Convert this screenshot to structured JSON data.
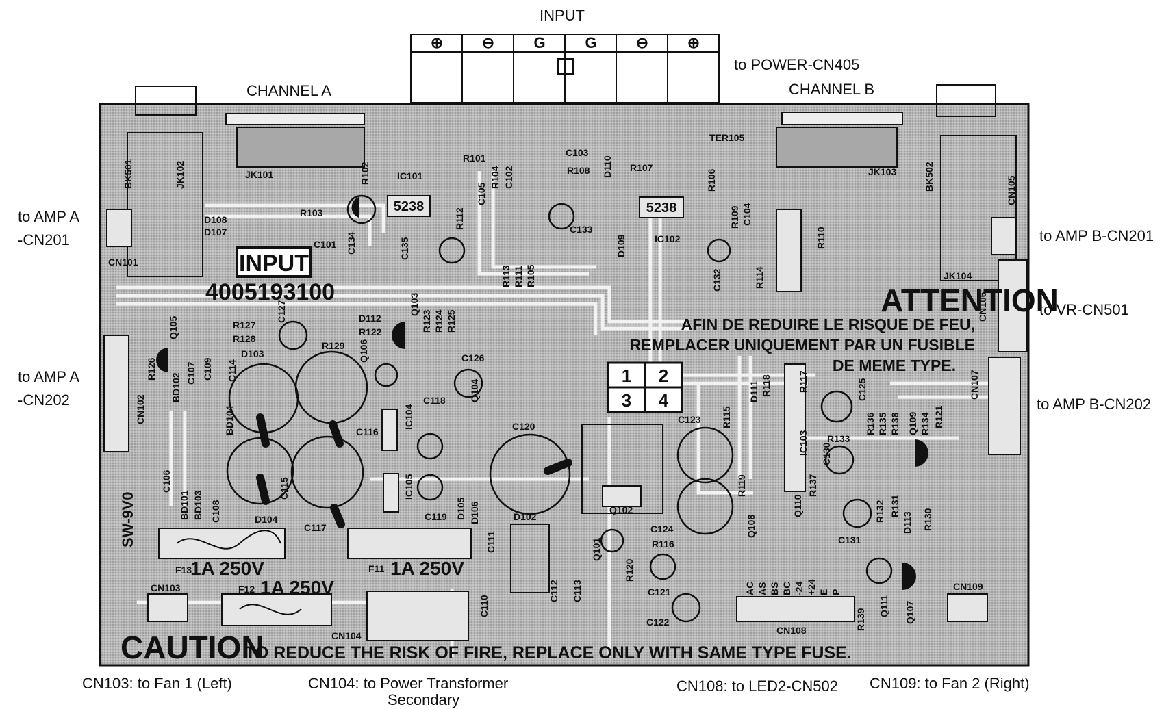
{
  "input_header": {
    "title": "INPUT",
    "terminals": [
      "⊕",
      "⊖",
      "G",
      "G",
      "⊖",
      "⊕"
    ]
  },
  "outside_labels": {
    "to_power": "to POWER-CN405",
    "channel_a": "CHANNEL A",
    "channel_b": "CHANNEL B",
    "amp_a_cn201_line1": "to AMP A",
    "amp_a_cn201_line2": "-CN201",
    "amp_a_cn202_line1": "to AMP A",
    "amp_a_cn202_line2": "-CN202",
    "amp_b_cn201": "to AMP B-CN201",
    "vr_cn501": "to VR-CN501",
    "amp_b_cn202": "to AMP B-CN202",
    "cn103": "CN103: to Fan 1 (Left)",
    "cn104_line1": "CN104:  to Power Transformer",
    "cn104_line2": "Secondary",
    "cn108": "CN108:  to LED2-CN502",
    "cn109": "CN109: to Fan 2 (Right)"
  },
  "board": {
    "board_label": "INPUT",
    "part_number": "4005193100",
    "attention_title": "ATTENTION",
    "attention_line1": "AFIN DE REDUIRE LE RISQUE DE FEU,",
    "attention_line2": "REMPLACER UNIQUEMENT PAR UN FUSIBLE",
    "attention_line3": "DE MEME TYPE.",
    "caution_word": "CAUTION",
    "caution_text": "TO REDUCE THE RISK OF FIRE, REPLACE ONLY WITH SAME TYPE FUSE.",
    "fuse_f13": "1A 250V",
    "fuse_f11": "1A 250V",
    "fuse_f12": "1A 250V",
    "side_text": "SW-9V0",
    "grid_numbers": [
      "1",
      "2",
      "3",
      "4"
    ],
    "ic_left": "5238",
    "ic_right": "5238"
  },
  "designators": {
    "jk101": "JK101",
    "jk102": "JK102",
    "jk103": "JK103",
    "jk104": "JK104",
    "bk501": "BK501",
    "bk502": "BK502",
    "cn101": "CN101",
    "cn102": "CN102",
    "cn103": "CN103",
    "cn104": "CN104",
    "cn105": "CN105",
    "cn106": "CN106",
    "cn107": "CN107",
    "cn108": "CN108",
    "cn109": "CN109",
    "ter105": "TER105",
    "d108": "D108",
    "d107": "D107",
    "r103": "R103",
    "c101": "C101",
    "r102": "R102",
    "r101": "R101",
    "ic101": "IC101",
    "r104": "R104",
    "c105": "C105",
    "c102": "C102",
    "c103": "C103",
    "r108": "R108",
    "d110": "D110",
    "r107": "R107",
    "r106": "R106",
    "c133": "C133",
    "d109": "D109",
    "ic102": "IC102",
    "r109": "R109",
    "c104": "C104",
    "c132": "C132",
    "r114": "R114",
    "c134": "C134",
    "c135": "C135",
    "r112": "R112",
    "q105": "Q105",
    "r126": "R126",
    "r127": "R127",
    "r128": "R128",
    "c127": "C127",
    "d112": "D112",
    "r122": "R122",
    "d103": "D103",
    "r129": "R129",
    "q103": "Q103",
    "r123": "R123",
    "r124": "R124",
    "r125": "R125",
    "q106": "Q106",
    "c126": "C126",
    "c107": "C107",
    "c109": "C109",
    "c114": "C114",
    "bd102": "BD102",
    "bd104": "BD104",
    "c116": "C116",
    "c118": "C118",
    "q104": "Q104",
    "ic104": "IC104",
    "c120": "C120",
    "c115": "C115",
    "c106": "C106",
    "bd101": "BD101",
    "bd103": "BD103",
    "c108": "C108",
    "d104": "D104",
    "c117": "C117",
    "ic105": "IC105",
    "c119": "C119",
    "d105": "D105",
    "d106": "D106",
    "q102": "Q102",
    "d102": "D102",
    "c111": "C111",
    "q101": "Q101",
    "r120": "R120",
    "c110": "C110",
    "c112": "C112",
    "c113": "C113",
    "c123": "C123",
    "r115": "R115",
    "c124": "C124",
    "r116": "R116",
    "c121": "C121",
    "c122": "C122",
    "r119": "R119",
    "q108": "Q108",
    "q110": "Q110",
    "r137": "R137",
    "c130": "C130",
    "r133": "R133",
    "c125": "C125",
    "r136": "R136",
    "r135": "R135",
    "r138": "R138",
    "q109": "Q109",
    "r134": "R134",
    "r121": "R121",
    "d111": "D111",
    "r118": "R118",
    "r117": "R117",
    "ic103": "IC103",
    "c131": "C131",
    "r132": "R132",
    "r131": "R131",
    "d113": "D113",
    "r130": "R130",
    "q111": "Q111",
    "q107": "Q107",
    "r139": "R139",
    "r110": "R110",
    "r113": "R113",
    "r111": "R111",
    "r105": "R105",
    "f13": "F13",
    "f11": "F11",
    "f12": "F12"
  },
  "cn108_pins": [
    "AC",
    "AS",
    "BS",
    "BC",
    "-24",
    "+24",
    "E",
    "P"
  ]
}
